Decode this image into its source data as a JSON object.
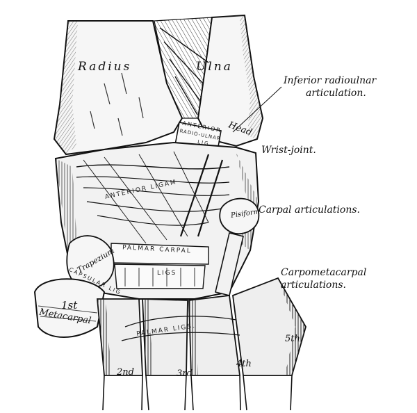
{
  "labels": {
    "radius": "Radius",
    "ulna": "Ulna",
    "inferior_radioulnar_line1": "Inferior radioulnar",
    "inferior_radioulnar_line2": "articulation.",
    "wrist_joint": "Wrist-joint.",
    "carpal_articulations": "Carpal articulations.",
    "carpometacarpal_line1": "Carpometacarpal",
    "carpometacarpal_line2": "articulations."
  },
  "inner_labels": {
    "anterior": "ANTERIOR",
    "radio_ulnar": "RADIO-ULNAR",
    "lig_small": "LIG.",
    "head": "Head",
    "anterior_lig": "ANTERIOR LIGAM",
    "palmar_carpal": "PALMAR CARPAL",
    "ligs": "LIGS",
    "palmar_lig": "PALMAR LIGS.",
    "trapezium": "Trapezium",
    "capsular_lig": "CAPSULAR LIG",
    "pisiform": "Pisiform",
    "first": "1st",
    "metacarpal": "Metacarpal",
    "second": "2nd",
    "third": "3rd",
    "fourth": "4th",
    "fifth": "5th"
  },
  "colors": {
    "ink": "#111111",
    "paper": "#ffffff",
    "shade": "#2a2a2a"
  }
}
